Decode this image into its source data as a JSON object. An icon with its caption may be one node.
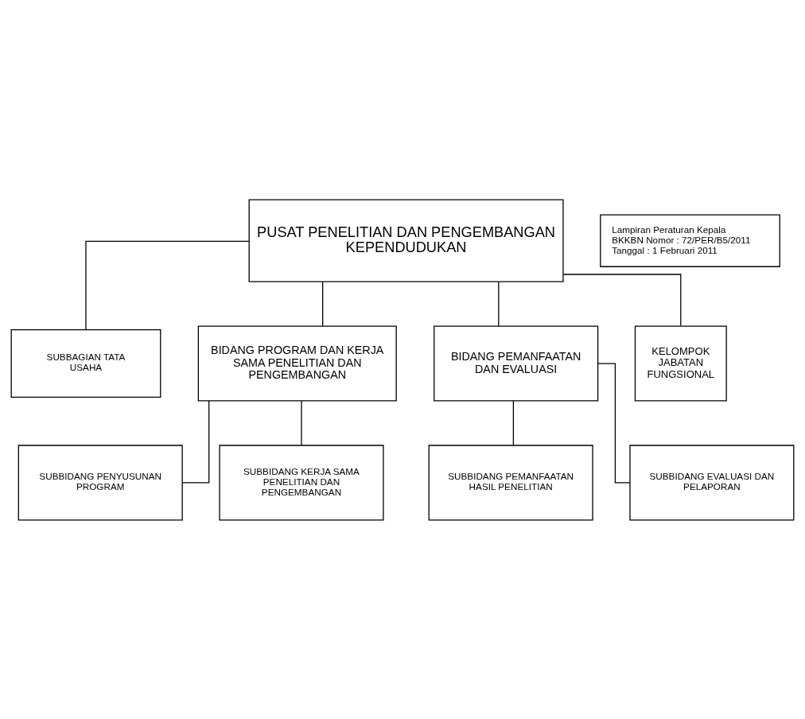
{
  "diagram": {
    "nodes": [
      {
        "text": [
          "PUSAT PENELITIAN DAN PENGEMBANGAN KEPENDUDUKAN"
        ]
      },
      {
        "text": [
          "SUBBAGIAN TATA USAHA"
        ]
      },
      {
        "text": [
          "BIDANG PROGRAM DAN KERJA SAMA PENELITIAN DAN PENGEMBANGAN"
        ]
      },
      {
        "text": [
          "BIDANG PEMANFAATAN DAN EVALUASI"
        ]
      },
      {
        "text": [
          "SUBBIDANG PENYUSUNAN PROGRAM"
        ]
      },
      {
        "text": [
          "SUBBIDANG KERJA SAMA PENELITIAN DAN PENGEMBANGAN"
        ]
      },
      {
        "text": [
          "SUBBIDANG PEMANFAATAN HASIL PENELITIAN"
        ]
      },
      {
        "text": [
          "SUBBIDANG EVALUASI DAN PELAPORAN"
        ]
      },
      {
        "text": [
          "KELOMPOK JABATAN FUNGSIONAL"
        ]
      },
      {
        "text": [
          "Lampiran Peraturan Kepala BKKBN Nomor : 72/PER/B5/2011 Tanggal : 1 Februari 2011"
        ]
      }
    ],
    "edges": [
      {
        "from": 0,
        "to": 1,
        "arrow": "none"
      },
      {
        "from": 0,
        "to": 2,
        "arrow": "none"
      },
      {
        "from": 0,
        "to": 3,
        "arrow": "none"
      },
      {
        "from": 0,
        "to": 8,
        "arrow": "none"
      },
      {
        "from": 2,
        "to": 4,
        "arrow": "none"
      },
      {
        "from": 2,
        "to": 5,
        "arrow": "none"
      },
      {
        "from": 3,
        "to": 6,
        "arrow": "none"
      },
      {
        "from": 3,
        "to": 7,
        "arrow": "none"
      }
    ]
  }
}
